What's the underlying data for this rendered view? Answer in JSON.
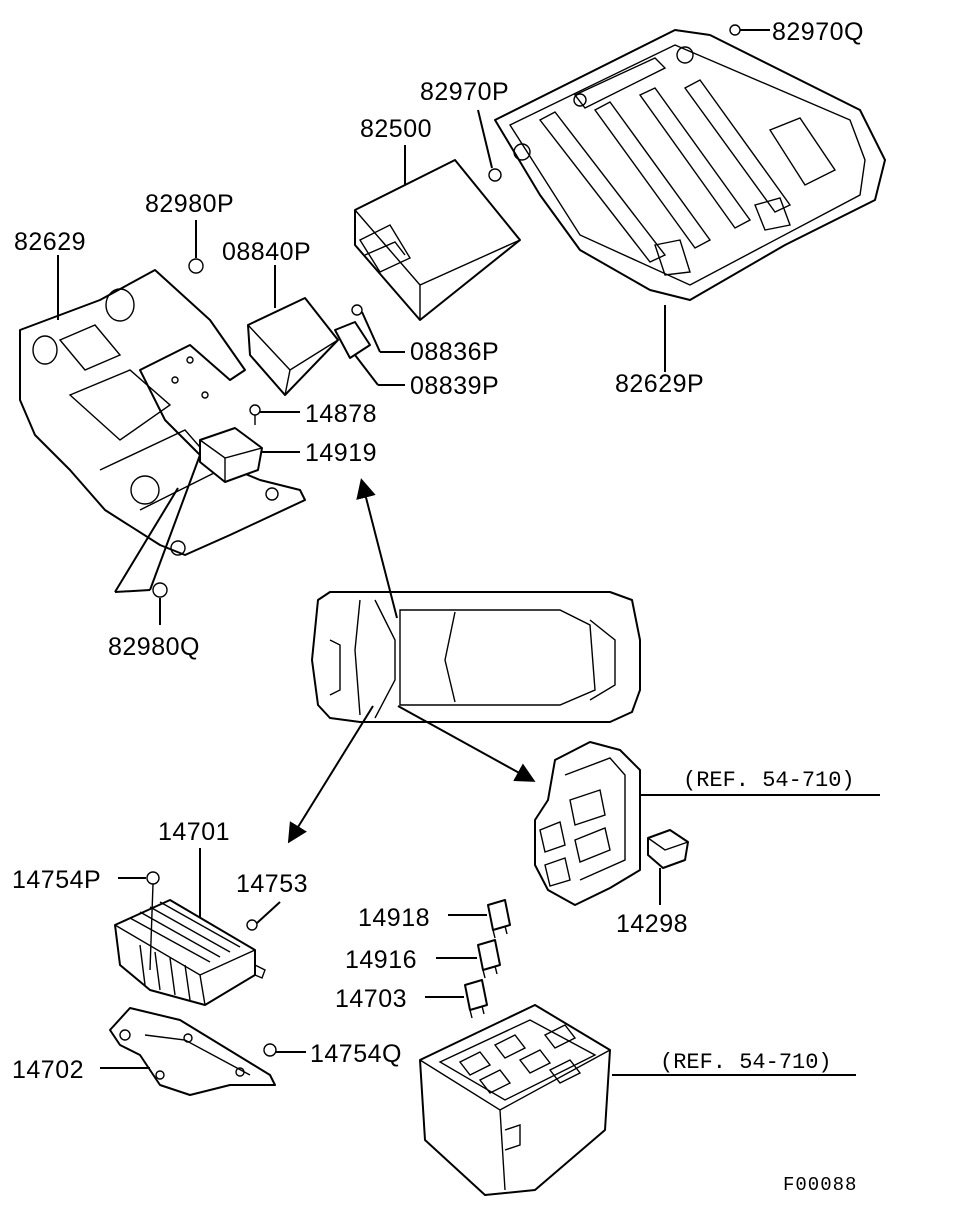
{
  "labels": {
    "p82970Q": "82970Q",
    "p82970P": "82970P",
    "p82500": "82500",
    "p82980P": "82980P",
    "p82629": "82629",
    "p08840P": "08840P",
    "p08836P": "08836P",
    "p08839P": "08839P",
    "p82629P": "82629P",
    "p14878": "14878",
    "p14919": "14919",
    "p82980Q": "82980Q",
    "p14701": "14701",
    "p14754P": "14754P",
    "p14753": "14753",
    "p14918": "14918",
    "p14916": "14916",
    "p14703": "14703",
    "p14298": "14298",
    "p14702": "14702",
    "p14754Q": "14754Q"
  },
  "refs": {
    "upper": "(REF. 54-710)",
    "lower": "(REF. 54-710)"
  },
  "figure_code": "F00088"
}
